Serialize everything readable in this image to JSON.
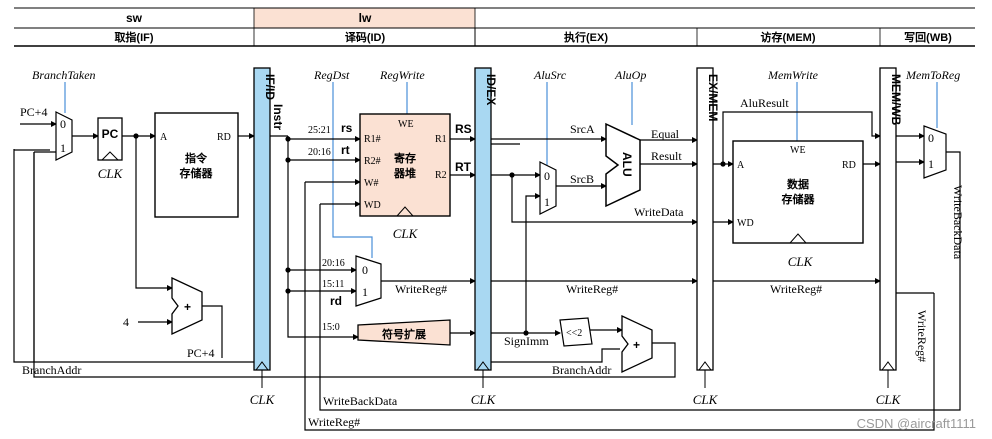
{
  "top_tabs": {
    "sw": "sw",
    "lw": "lw"
  },
  "stages": {
    "if": "取指(IF)",
    "id": "译码(ID)",
    "ex": "执行(EX)",
    "mem": "访存(MEM)",
    "wb": "写回(WB)"
  },
  "pipeline_regs": {
    "if_id": "IF/ID",
    "id_ex": "ID/EX",
    "ex_mem": "EX/MEM",
    "mem_wb": "MEM/WB"
  },
  "control": {
    "branch_taken": "BranchTaken",
    "reg_dst": "RegDst",
    "reg_write": "RegWrite",
    "alu_src": "AluSrc",
    "alu_op": "AluOp",
    "mem_write": "MemWrite",
    "mem_to_reg": "MemToReg"
  },
  "signals": {
    "pc_plus4": "PC+4",
    "branch_addr": "BranchAddr",
    "instr": "Instr",
    "src_a": "SrcA",
    "src_b": "SrcB",
    "equal": "Equal",
    "result": "Result",
    "write_data": "WriteData",
    "alu_result": "AluResult",
    "write_reg": "WriteReg#",
    "write_back_data": "WriteBackData",
    "sign_imm": "SignImm",
    "four": "4",
    "shift2": "<<2",
    "plus": "+"
  },
  "fields": {
    "rs_bits": "25:21",
    "rt_bits": "20:16",
    "rt_bits2": "20:16",
    "rd_bits": "15:11",
    "imm_bits": "15:0"
  },
  "reg_tags": {
    "rs": "rs",
    "rt": "rt",
    "rd": "rd",
    "RS": "RS",
    "RT": "RT"
  },
  "pc": {
    "label": "PC",
    "clk": "CLK"
  },
  "imem": {
    "a": "A",
    "rd": "RD",
    "name_line1": "指令",
    "name_line2": "存储器"
  },
  "regfile": {
    "we": "WE",
    "r1n": "R1#",
    "r2n": "R2#",
    "wn": "W#",
    "wd": "WD",
    "r1": "R1",
    "r2": "R2",
    "name_line1": "寄存",
    "name_line2": "器堆",
    "clk": "CLK"
  },
  "sign_ext": {
    "name": "符号扩展"
  },
  "alu": {
    "name": "ALU"
  },
  "dmem": {
    "we": "WE",
    "a": "A",
    "rd": "RD",
    "wd": "WD",
    "name_line1": "数据",
    "name_line2": "存储器",
    "clk": "CLK"
  },
  "mux": {
    "zero": "0",
    "one": "1"
  },
  "clocks": {
    "if_id": "CLK",
    "id_ex": "CLK",
    "ex_mem": "CLK",
    "mem_wb": "CLK"
  },
  "watermark": "CSDN @aircraft1111",
  "colors": {
    "pipeline_reg": "#a9d8f2",
    "highlight": "#fbe1d3",
    "control_line": "#4a8fd8"
  }
}
